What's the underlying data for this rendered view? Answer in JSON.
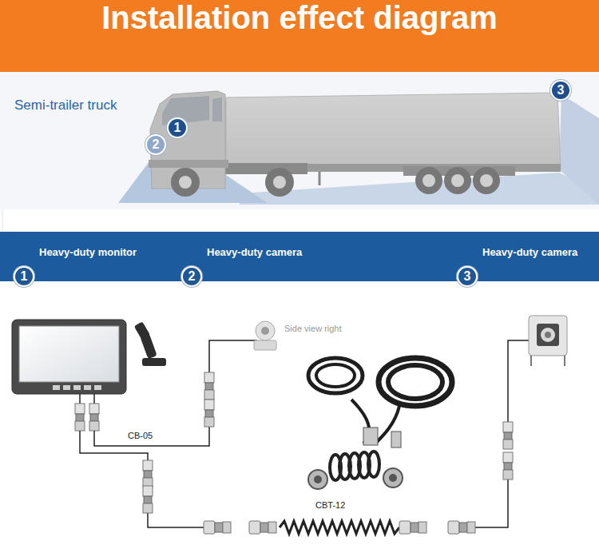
{
  "diagram": {
    "title": "Installation effect diagram",
    "nodes": [
      {
        "text": [
          "1"
        ]
      },
      {
        "text": [
          "2"
        ]
      },
      {
        "text": [
          "3"
        ]
      },
      {
        "text": [
          "1",
          "Heavy-duty monitor"
        ]
      },
      {
        "text": [
          "2",
          "Heavy-duty camera"
        ]
      },
      {
        "text": [
          "3",
          "Heavy-duty camera"
        ]
      }
    ],
    "labels": [
      "Semi-trailer truck",
      "Side view right",
      "CB-05",
      "CBT-12"
    ]
  }
}
